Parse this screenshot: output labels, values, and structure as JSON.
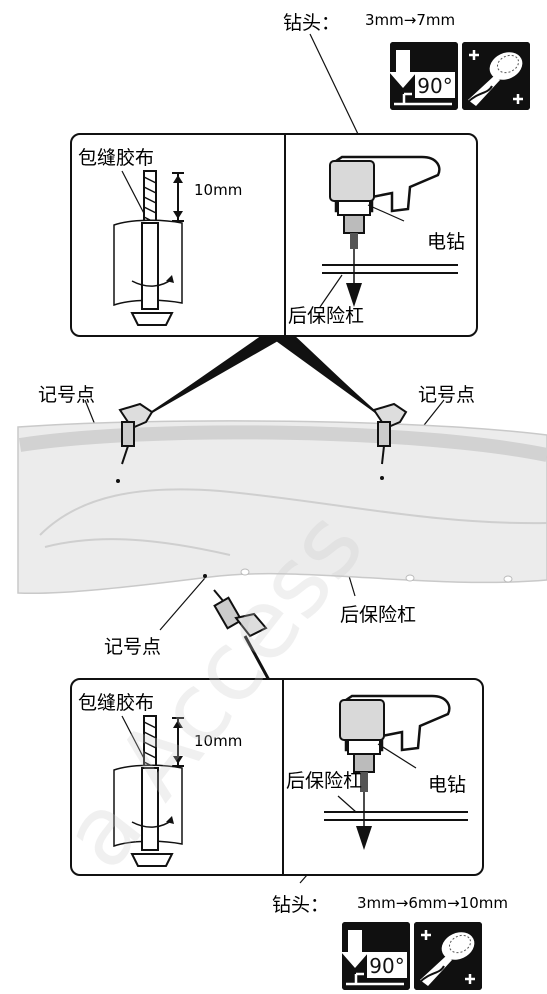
{
  "top": {
    "bit_label": "钻头：",
    "bit_sizes": "3mm→7mm",
    "angle_badge": "90°",
    "polish_badge_icon": "sanding-disc-icon"
  },
  "upper_panel": {
    "left": {
      "tape_label": "包缝胶布",
      "length_label": "10mm"
    },
    "right": {
      "drill_label": "电钻",
      "bumper_label": "后保险杠"
    }
  },
  "bumper": {
    "mark_left": "记号点",
    "mark_right": "记号点",
    "mark_bottom": "记号点",
    "part_label": "后保险杠"
  },
  "lower_panel": {
    "left": {
      "tape_label": "包缝胶布",
      "length_label": "10mm"
    },
    "right": {
      "drill_label": "电钻",
      "bumper_label": "后保险杠"
    }
  },
  "bottom": {
    "bit_label": "钻头：",
    "bit_sizes": "3mm→6mm→10mm",
    "angle_badge": "90°",
    "polish_badge_icon": "sanding-disc-icon"
  },
  "watermark": "a Access",
  "colors": {
    "line": "#111111",
    "badge_bg": "#101010",
    "bumper_fill": "#e8e8e8"
  }
}
